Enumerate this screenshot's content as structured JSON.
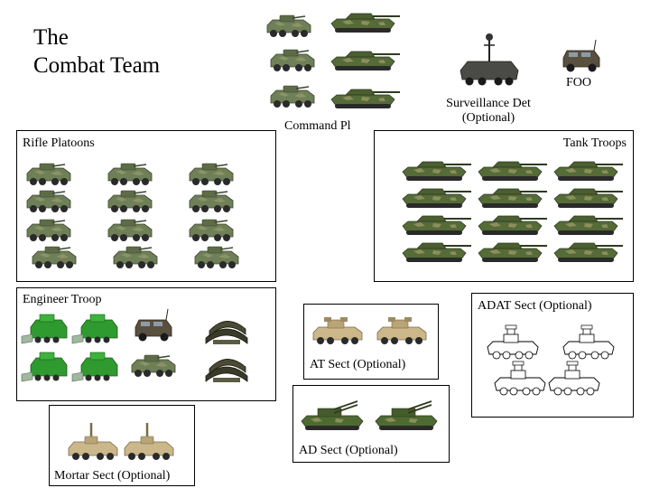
{
  "title": {
    "line1": "The",
    "line2": "Combat Team"
  },
  "labels": {
    "command": "Command Pl",
    "surveillance_line1": "Surveillance Det",
    "surveillance_line2": "(Optional)",
    "foo": "FOO",
    "rifle": "Rifle Platoons",
    "tank": "Tank Troops",
    "engineer": "Engineer Troop",
    "at": "AT Sect (Optional)",
    "adat": "ADAT Sect (Optional)",
    "ad": "AD Sect (Optional)",
    "mortar": "Mortar Sect (Optional)"
  },
  "icons": {
    "lav": "lav-icon",
    "tank": "tank-icon",
    "surveillance": "surveillance-vehicle-icon",
    "foo": "jeep-icon",
    "bridge": "bridge-layer-icon",
    "mine_plow": "mine-plow-vehicle-icon",
    "anti_tank": "anti-tank-vehicle-icon",
    "air_defence": "air-defence-tank-icon",
    "adat": "adat-line-drawing-icon",
    "mortar": "mortar-vehicle-icon"
  },
  "colors": {
    "lav_body": "#6f7f57",
    "tank_body": "#556b38",
    "tan_body": "#cbb78a",
    "engineer_green": "#2f9a2f"
  }
}
